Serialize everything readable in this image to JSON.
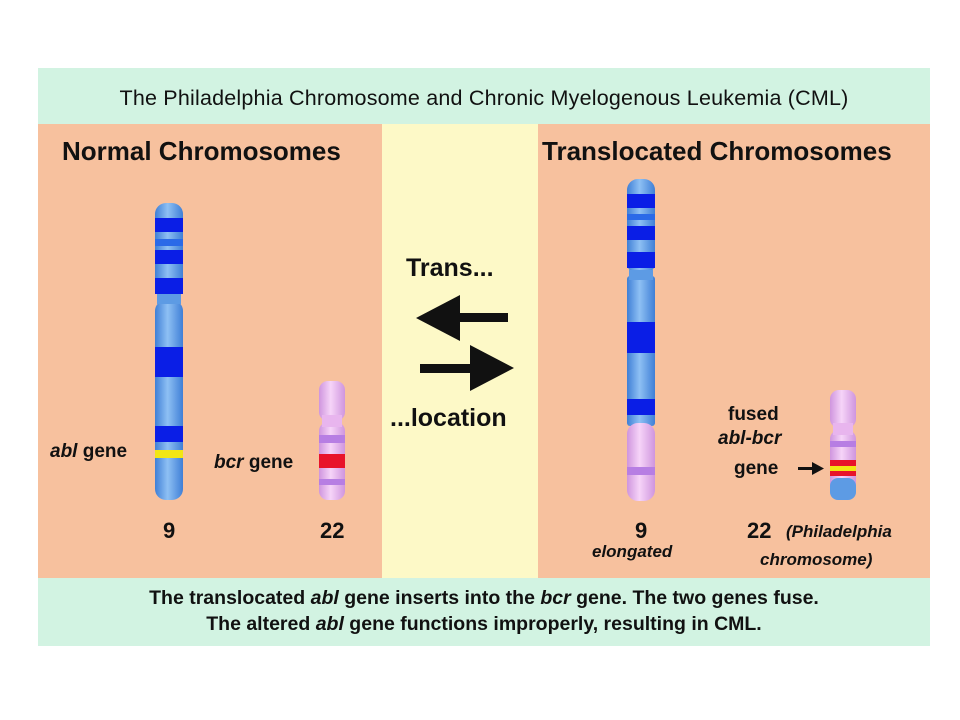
{
  "title": "The Philadelphia Chromosome and Chronic Myelogenous Leukemia (CML)",
  "normal": {
    "heading": "Normal Chromosomes",
    "abl_label_italic": "abl",
    "abl_label_rest": " gene",
    "bcr_label_italic": "bcr",
    "bcr_label_rest": " gene",
    "chr9_number": "9",
    "chr22_number": "22"
  },
  "middle": {
    "top_text": "Trans...",
    "bottom_text": "...location"
  },
  "translocated": {
    "heading": "Translocated Chromosomes",
    "fused_line1": "fused",
    "fused_line2": "abl-bcr",
    "fused_line3": "gene",
    "chr9_number": "9",
    "chr9_note": "elongated",
    "chr22_number": "22",
    "chr22_note_line1": "(Philadelphia",
    "chr22_note_line2": "chromosome)"
  },
  "caption": {
    "line1_a": "The translocated ",
    "line1_b": "abl",
    "line1_c": " gene inserts into the ",
    "line1_d": "bcr",
    "line1_e": " gene. The two genes fuse.",
    "line2_a": "The altered ",
    "line2_b": "abl",
    "line2_c": " gene functions improperly, resulting in CML."
  },
  "colors": {
    "mint_background": "#d2f3e2",
    "peach_panel": "#f7c19e",
    "cream_panel": "#fdf9c7",
    "chr9_body": "#5d9be4",
    "chr9_band": "#0a1ee6",
    "chr22_body": "#e8b5ee",
    "chr22_band": "#b77ee3",
    "abl_gene": "#f2e614",
    "bcr_gene": "#e8132a"
  }
}
